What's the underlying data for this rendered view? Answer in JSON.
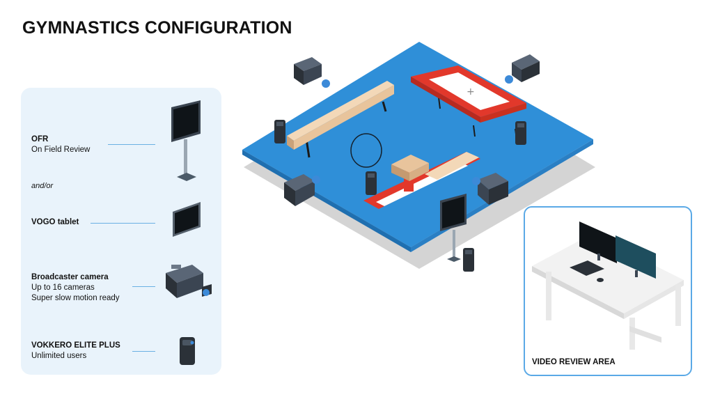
{
  "title": "GYMNASTICS CONFIGURATION",
  "legend": {
    "ofr": {
      "name": "OFR",
      "desc": "On Field Review"
    },
    "andor": "and/or",
    "vogo": {
      "name": "VOGO tablet"
    },
    "broadcaster": {
      "name": "Broadcaster camera",
      "line1": "Up to 16 cameras",
      "line2": "Super slow motion ready"
    },
    "vokkero": {
      "name": "VOKKERO ELITE PLUS",
      "desc": "Unlimited users"
    }
  },
  "review": {
    "label": "VIDEO REVIEW AREA"
  },
  "colors": {
    "floor_blue": "#2f8fd8",
    "floor_shadow": "#d4d4d4",
    "legend_bg": "#e9f3fb",
    "accent_line": "#6ab0e3",
    "apparatus_red": "#e2382b",
    "beam_wood": "#e8c49c",
    "device_dark": "#2b3138",
    "screen_teal": "#1e4e5e"
  },
  "icons": [
    "monitor-on-stand-icon",
    "tablet-icon",
    "broadcast-camera-icon",
    "radio-headset-icon",
    "desk-with-monitors-icon"
  ]
}
